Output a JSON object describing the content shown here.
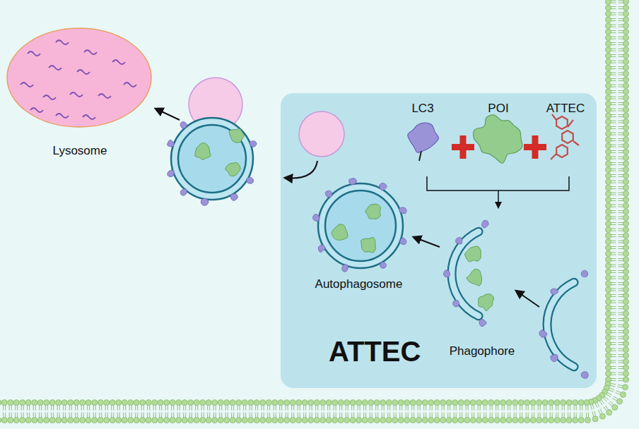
{
  "diagram": {
    "nodes": [
      {
        "text": [
          "ATTEC"
        ]
      },
      {
        "text": [
          "Lysosome"
        ]
      },
      {
        "text": [
          "Autophagosome"
        ],
        "in": 0
      },
      {
        "text": [
          "Phagophore"
        ],
        "in": 0
      }
    ],
    "edges": [
      {
        "from": 3,
        "to": 2,
        "arrow": "to"
      }
    ],
    "labels": [
      "LC3",
      "POI",
      "ATTEC"
    ]
  }
}
